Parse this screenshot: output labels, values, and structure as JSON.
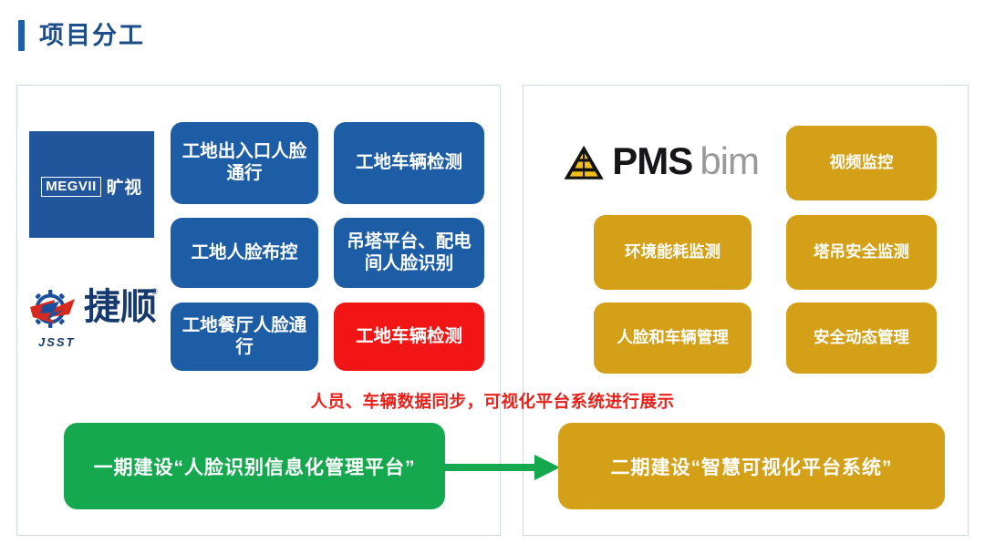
{
  "slide": {
    "title": "项目分工"
  },
  "left_panel": {
    "vendors": [
      {
        "id": "megvii",
        "mark": "MEGVII",
        "cn_name": "旷视"
      },
      {
        "id": "jsst",
        "word": "捷顺",
        "abbr": "JSST",
        "registered": "®"
      }
    ],
    "cards": [
      {
        "id": "gate",
        "label": "工地出入口人脸通行",
        "color": "#1d5da6"
      },
      {
        "id": "vehicle1",
        "label": "工地车辆检测",
        "color": "#1d5da6"
      },
      {
        "id": "facectl",
        "label": "工地人脸布控",
        "color": "#1d5da6"
      },
      {
        "id": "tower",
        "label": "吊塔平台、配电间人脸识别",
        "color": "#1d5da6"
      },
      {
        "id": "canteen",
        "label": "工地餐厅人脸通行",
        "color": "#1d5da6"
      },
      {
        "id": "vehicle2",
        "label": "工地车辆检测",
        "color": "#f21515"
      }
    ]
  },
  "right_panel": {
    "vendor": {
      "id": "pmsbim",
      "primary": "PMS",
      "secondary": "bim"
    },
    "cards": [
      {
        "id": "video",
        "label": "视频监控",
        "color": "#d4a017"
      },
      {
        "id": "energy",
        "label": "环境能耗监测",
        "color": "#d4a017"
      },
      {
        "id": "crane",
        "label": "塔吊安全监测",
        "color": "#d4a017"
      },
      {
        "id": "faceveh",
        "label": "人脸和车辆管理",
        "color": "#d4a017"
      },
      {
        "id": "safety",
        "label": "安全动态管理",
        "color": "#d4a017"
      }
    ]
  },
  "sync_caption": "人员、车辆数据同步，可视化平台系统进行展示",
  "banners": {
    "phase1": {
      "label": "一期建设“人脸识别信息化管理平台”",
      "color": "#16a84f"
    },
    "phase2": {
      "label": "二期建设“智慧可视化平台系统”",
      "color": "#d4a017"
    }
  },
  "arrow": {
    "direction": "right",
    "color": "#16a84f"
  },
  "theme": {
    "title_color": "#1d4e89",
    "accent_bar": "#1f5fa8",
    "panel_border": "#c9dcec",
    "blue": "#1d5da6",
    "red": "#f21515",
    "gold": "#d4a017",
    "green": "#16a84f",
    "caption_red": "#e8201a"
  }
}
